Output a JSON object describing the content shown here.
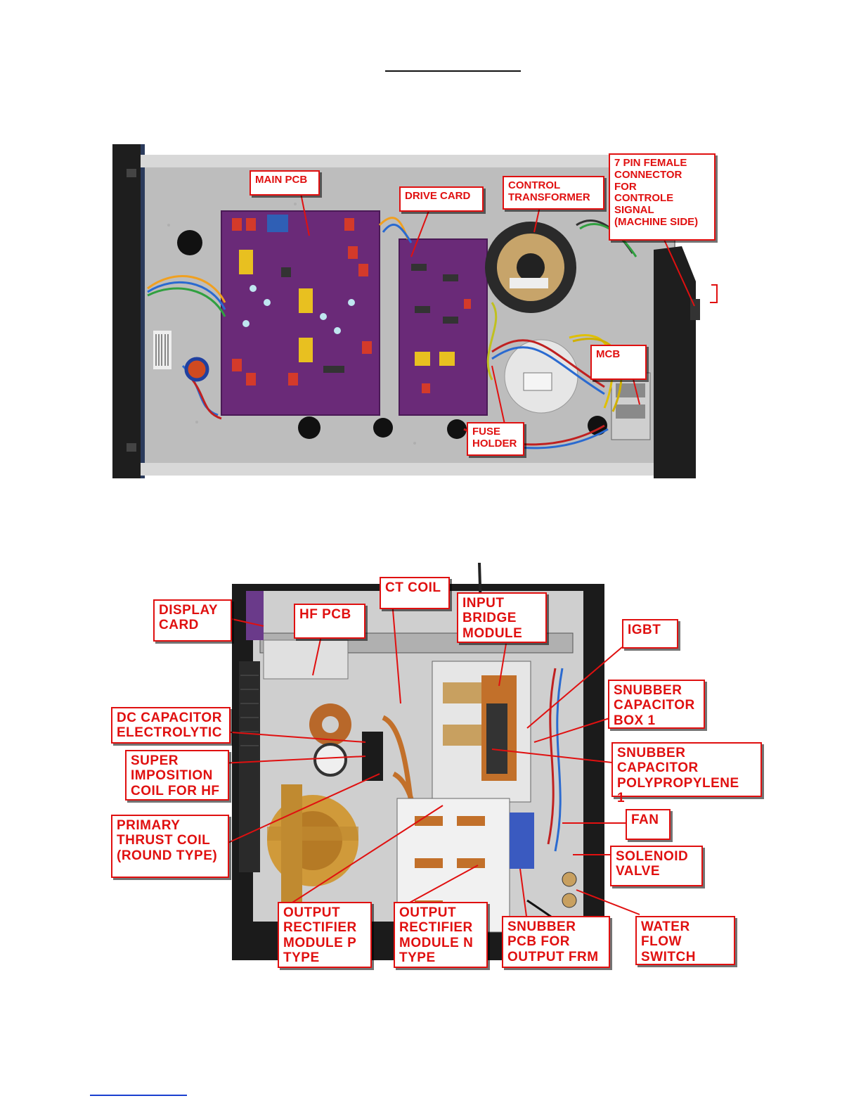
{
  "labels": {
    "main_pcb": "MAIN PCB",
    "drive_card": "DRIVE CARD",
    "control_transformer": "CONTROL\nTRANSFORMER",
    "pin_connector": "7 PIN FEMALE\nCONNECTOR\nFOR\nCONTROLE\nSIGNAL\n(MACHINE SIDE)",
    "mcb": "MCB",
    "fuse_holder": "FUSE\nHOLDER",
    "display_card": "DISPLAY\nCARD",
    "hf_pcb": "HF PCB",
    "ct_coil": "CT COIL",
    "input_bridge": "INPUT\nBRIDGE\nMODULE",
    "igbt": "IGBT",
    "snubber_box": "SNUBBER\nCAPACITOR\nBOX 1",
    "snubber_poly": "SNUBBER\nCAPACITOR\nPOLYPROPYLENE\n1",
    "dc_capacitor": "DC CAPACITOR\nELECTROLYTIC",
    "super_imposition": "SUPER\nIMPOSITION\nCOIL FOR HF",
    "primary_thrust": "PRIMARY\nTHRUST COIL\n(ROUND TYPE)",
    "fan": "FAN",
    "solenoid": "SOLENOID\nVALVE",
    "water_flow": "WATER\nFLOW\nSWITCH",
    "rect_p": "OUTPUT\nRECTIFIER\nMODULE P\nTYPE",
    "rect_n": "OUTPUT\nRECTIFIER\nMODULE N\nTYPE",
    "snubber_pcb": "SNUBBER\nPCB FOR\nOUTPUT FRM"
  },
  "colors": {
    "accent_red": "#e01010",
    "pcb_purple": "#6a2a78",
    "chassis_grey": "#b9b9b9",
    "frame_black": "#1e1e1e",
    "copper": "#b8682a"
  }
}
